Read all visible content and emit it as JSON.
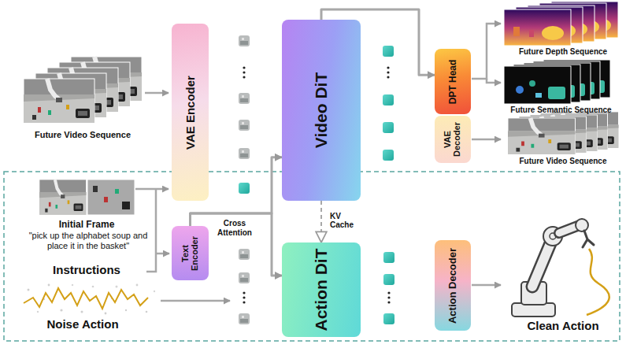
{
  "diagram": {
    "nodes": [
      {
        "text": [
          "VAE Encoder"
        ]
      },
      {
        "text": [
          "Video DiT"
        ]
      },
      {
        "text": [
          "DPT Head"
        ]
      },
      {
        "text": [
          "VAE Decoder"
        ]
      },
      {
        "text": [
          "Text Encoder"
        ]
      },
      {
        "text": [
          "Action DiT"
        ]
      },
      {
        "text": [
          "Action Decoder"
        ]
      }
    ],
    "edges": [
      {
        "from": 1,
        "to": 2,
        "arrow": "to"
      },
      {
        "from": 1,
        "to": 5,
        "arrow": "to",
        "label": "KV Cache"
      },
      {
        "from": 4,
        "to": 1,
        "arrow": "to"
      },
      {
        "from": 4,
        "to": 5,
        "arrow": "to"
      }
    ],
    "labels": [
      "Future Video Sequence",
      "Initial Frame",
      "\"pick up the alphabet soup and place it in the basket\"",
      "Instructions",
      "Noise Action",
      "Cross Attention",
      "Future Depth Sequence",
      "Future Semantic Sequence",
      "Future Video Sequence",
      "Clean Action"
    ]
  }
}
